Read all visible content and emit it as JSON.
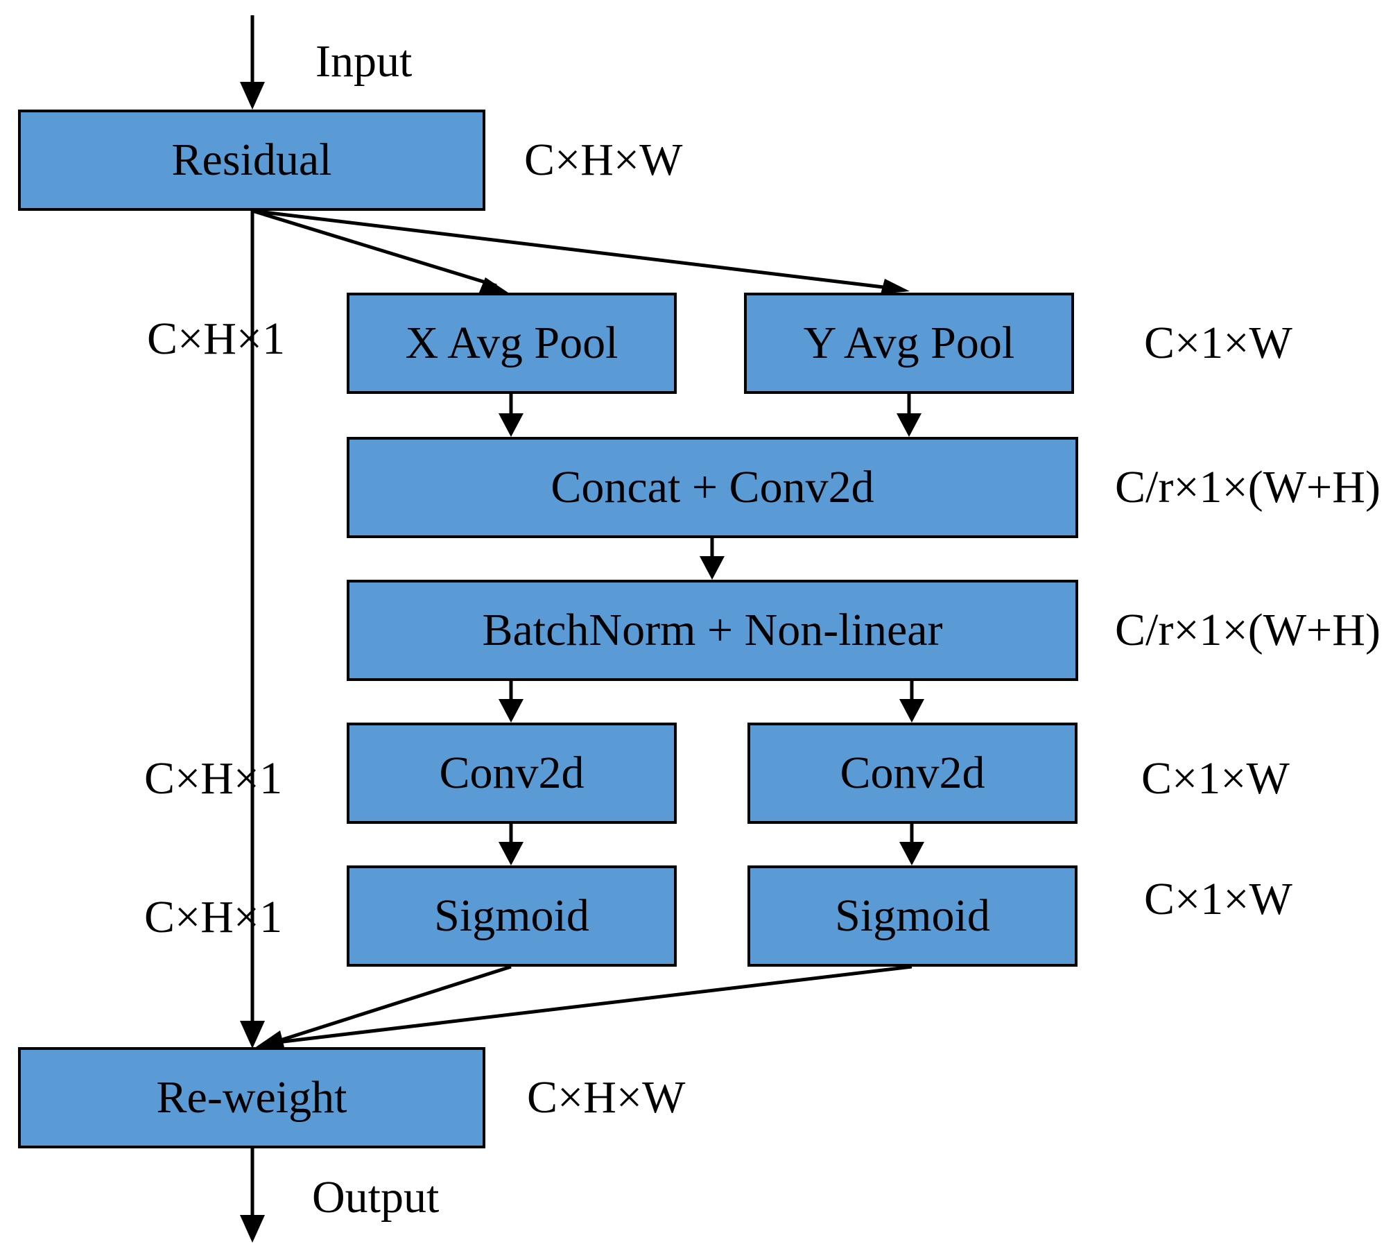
{
  "io": {
    "input": "Input",
    "output": "Output"
  },
  "blocks": {
    "residual": "Residual",
    "x_avg_pool": "X Avg Pool",
    "y_avg_pool": "Y Avg Pool",
    "concat_conv": "Concat + Conv2d",
    "bn_nonlinear": "BatchNorm + Non-linear",
    "conv2d_left": "Conv2d",
    "conv2d_right": "Conv2d",
    "sigmoid_left": "Sigmoid",
    "sigmoid_right": "Sigmoid",
    "reweight": "Re-weight"
  },
  "dims": {
    "residual": "C×H×W",
    "x_pool_path": "C×H×1",
    "y_pool": "C×1×W",
    "concat": "C/r×1×(W+H)",
    "bn": "C/r×1×(W+H)",
    "conv_left": "C×H×1",
    "conv_right": "C×1×W",
    "sigmoid_left": "C×H×1",
    "sigmoid_right": "C×1×W",
    "reweight": "C×H×W"
  },
  "colors": {
    "block_fill": "#5b9bd5",
    "stroke": "#000000"
  }
}
